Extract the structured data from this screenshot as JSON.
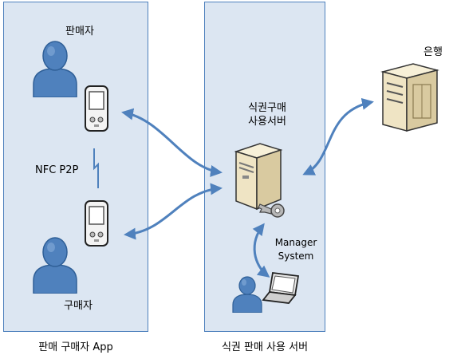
{
  "panels": {
    "app": {
      "caption": "판매 구매자 App"
    },
    "server": {
      "caption": "식권 판매 사용 서버"
    }
  },
  "actors": {
    "seller": "판매자",
    "buyer": "구매자",
    "bank": "은행"
  },
  "labels": {
    "nfc": "NFC P2P",
    "server_line1": "식권구매",
    "server_line2": "사용서버",
    "manager_line1": "Manager",
    "manager_line2": "System"
  },
  "colors": {
    "panel_fill": "#dce6f2",
    "panel_border": "#4f81bd",
    "arrow": "#4f81bd",
    "person": "#4f81bd",
    "server_body": "#efe4c4"
  }
}
